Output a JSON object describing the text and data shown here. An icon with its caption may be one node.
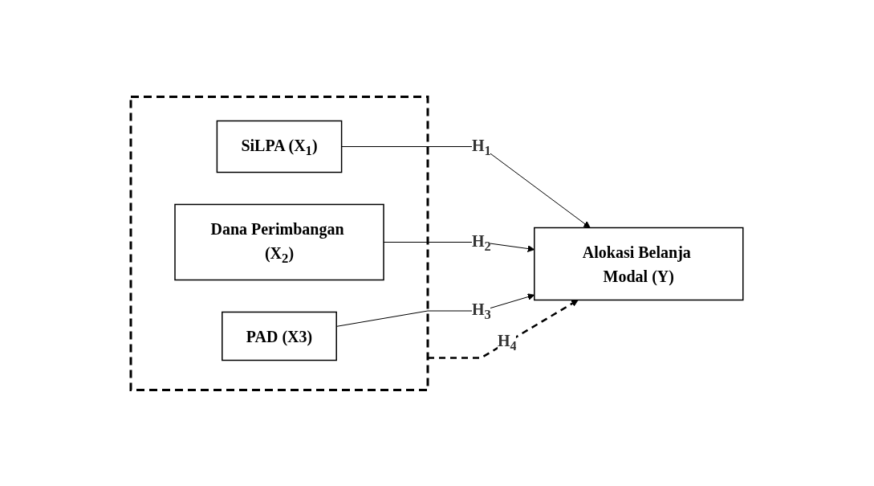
{
  "diagram": {
    "nodes": [
      {
        "text": [],
        "shape": "box"
      },
      {
        "text": [
          "SiLPA (X$_{1}$)"
        ],
        "in": 0
      },
      {
        "text": [
          "Dana Perimbangan (X$_{2}$)"
        ],
        "in": 0
      },
      {
        "text": [
          "PAD (X3)"
        ],
        "in": 0
      },
      {
        "text": [
          "Alokasi Belanja Modal (Y)"
        ]
      }
    ],
    "edges": [
      {
        "from": 1,
        "to": 4,
        "arrow": "to",
        "label": "H$_{1}$"
      },
      {
        "from": 2,
        "to": 4,
        "arrow": "to",
        "label": "H$_{2}$"
      },
      {
        "from": 3,
        "to": 4,
        "arrow": "to",
        "label": "H$_{3}$"
      },
      {
        "from": 0,
        "to": 4,
        "arrow": "to",
        "label": "H$_{4}$",
        "style": "dashed"
      }
    ]
  }
}
